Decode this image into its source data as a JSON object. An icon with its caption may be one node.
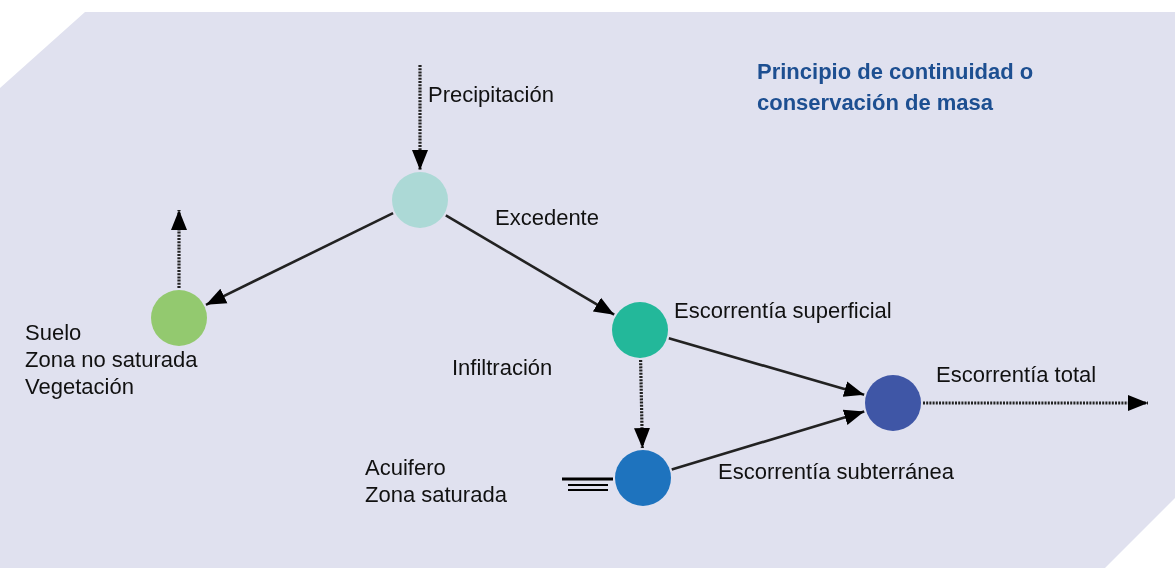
{
  "diagram": {
    "title": "Principio de continuidad o conservación de masa",
    "nodes": [
      {
        "text": [],
        "shape": "circle"
      },
      {
        "text": [],
        "shape": "circle",
        "beside": [
          "Suelo",
          "Zona no saturada",
          "Vegetación"
        ]
      },
      {
        "text": [],
        "shape": "circle",
        "beside": [
          "Escorrentía superficial"
        ]
      },
      {
        "text": [],
        "shape": "circle"
      },
      {
        "text": [],
        "shape": "circle",
        "beside": [
          "Acuifero",
          "Zona saturada"
        ]
      }
    ],
    "edges": [
      {
        "from": null,
        "to": 0,
        "arrow": "to",
        "label": "Precipitación",
        "style": "dashed"
      },
      {
        "from": 0,
        "to": 1,
        "arrow": "to"
      },
      {
        "from": 0,
        "to": 2,
        "arrow": "to",
        "label": "Excedente"
      },
      {
        "from": 1,
        "to": null,
        "arrow": "to",
        "style": "dashed"
      },
      {
        "from": 2,
        "to": 4,
        "arrow": "to",
        "label": "Infiltración",
        "style": "dashed"
      },
      {
        "from": 2,
        "to": 3,
        "arrow": "to"
      },
      {
        "from": 4,
        "to": 3,
        "arrow": "to",
        "label": "Escorrentía subterránea"
      },
      {
        "from": 3,
        "to": null,
        "arrow": "to",
        "label": "Escorrentía total",
        "style": "dashed"
      }
    ]
  }
}
